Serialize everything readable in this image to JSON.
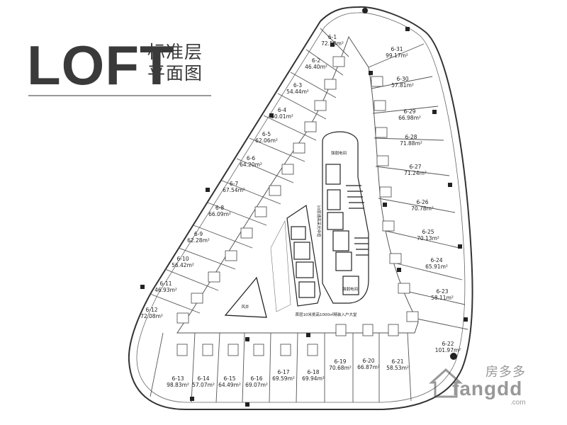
{
  "title": {
    "main": "LOFT",
    "sub_line1": "标准层",
    "sub_line2": "平面图"
  },
  "units": [
    {
      "id": "6-1",
      "area": "72.58m²"
    },
    {
      "id": "6-2",
      "area": "46.40m²"
    },
    {
      "id": "6-3",
      "area": "54.44m²"
    },
    {
      "id": "6-4",
      "area": "60.01m²"
    },
    {
      "id": "6-5",
      "area": "62.06m²"
    },
    {
      "id": "6-6",
      "area": "64.20m²"
    },
    {
      "id": "6-7",
      "area": "67.54m²"
    },
    {
      "id": "6-8",
      "area": "66.09m²"
    },
    {
      "id": "6-9",
      "area": "62.28m²"
    },
    {
      "id": "6-10",
      "area": "56.42m²"
    },
    {
      "id": "6-11",
      "area": "46.93m²"
    },
    {
      "id": "6-12",
      "area": "72.08m²"
    },
    {
      "id": "6-13",
      "area": "98.83m²"
    },
    {
      "id": "6-14",
      "area": "57.07m²"
    },
    {
      "id": "6-15",
      "area": "64.49m²"
    },
    {
      "id": "6-16",
      "area": "69.07m²"
    },
    {
      "id": "6-17",
      "area": "69.59m²"
    },
    {
      "id": "6-18",
      "area": "69.94m²"
    },
    {
      "id": "6-19",
      "area": "70.68m²"
    },
    {
      "id": "6-20",
      "area": "66.87m²"
    },
    {
      "id": "6-21",
      "area": "58.53m²"
    },
    {
      "id": "6-22",
      "area": "101.97m²"
    },
    {
      "id": "6-23",
      "area": "58.11m²"
    },
    {
      "id": "6-24",
      "area": "65.91m²"
    },
    {
      "id": "6-25",
      "area": "70.13m²"
    },
    {
      "id": "6-26",
      "area": "70.78m²"
    },
    {
      "id": "6-27",
      "area": "71.24m²"
    },
    {
      "id": "6-28",
      "area": "71.88m²"
    },
    {
      "id": "6-29",
      "area": "66.98m²"
    },
    {
      "id": "6-30",
      "area": "57.81m²"
    },
    {
      "id": "6-31",
      "area": "99.17m²"
    }
  ],
  "core_labels": {
    "atrium": "风井",
    "lobby_note": "首层10米挑高1000㎡精装入户大堂",
    "shaft_vertical": "10层通高采光中庭",
    "room_a": "强弱电间",
    "room_b": "强弱电间"
  },
  "watermark": {
    "cn": "房多多",
    "en": "fangdd",
    "com": ".com"
  }
}
